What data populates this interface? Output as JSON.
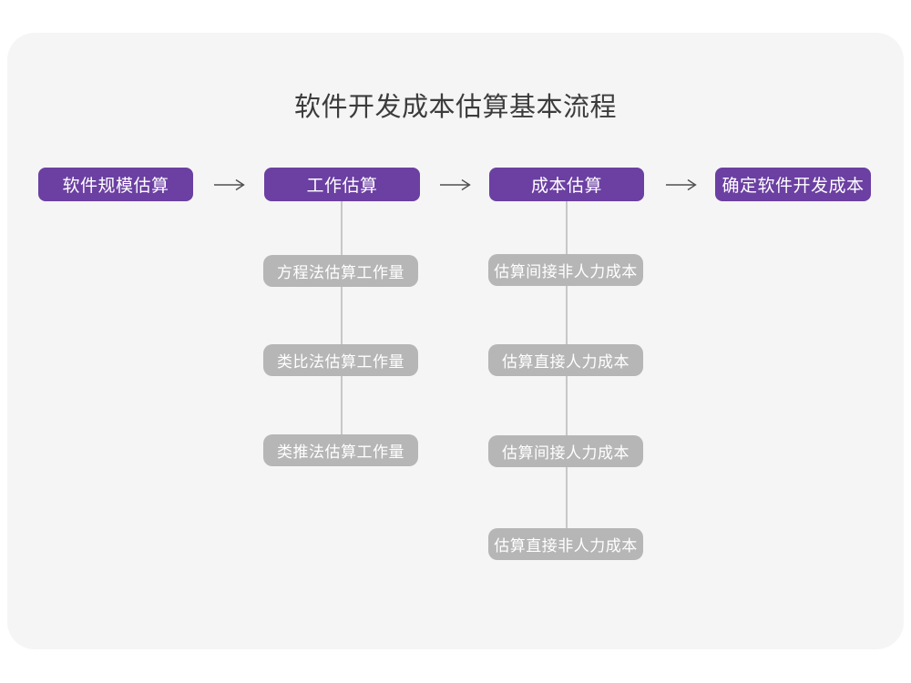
{
  "title": "软件开发成本估算基本流程",
  "colors": {
    "step_fill": "#6b40a2",
    "subnode_fill": "#b6b6b6",
    "card_background": "#f5f5f6",
    "connector_line": "#c7c7c7",
    "arrow": "#4f4f4f",
    "title_text": "#3c3c3c",
    "node_text": "#ffffff"
  },
  "flow": {
    "steps": [
      {
        "label": "软件规模估算"
      },
      {
        "label": "工作估算"
      },
      {
        "label": "成本估算"
      },
      {
        "label": "确定软件开发成本"
      }
    ],
    "work_estimation_methods": [
      {
        "label": "方程法估算工作量"
      },
      {
        "label": "类比法估算工作量"
      },
      {
        "label": "类推法估算工作量"
      }
    ],
    "cost_estimation_steps": [
      {
        "label": "估算间接非人力成本"
      },
      {
        "label": "估算直接人力成本"
      },
      {
        "label": "估算间接人力成本"
      },
      {
        "label": "估算直接非人力成本"
      }
    ]
  }
}
